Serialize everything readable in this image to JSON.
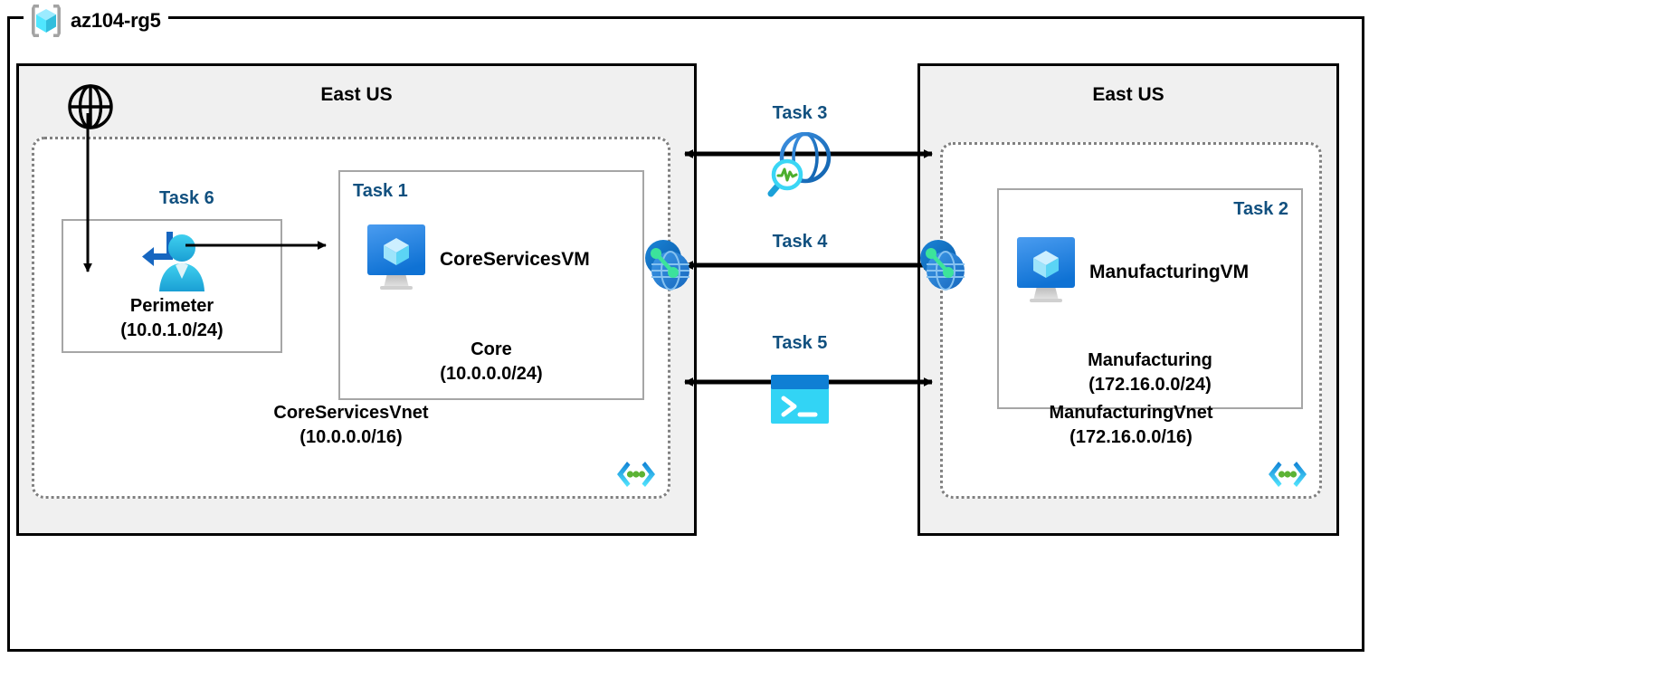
{
  "resource_group": {
    "name": "az104-rg5",
    "icon": "azure-resource-group-icon"
  },
  "regions": [
    {
      "id": "left",
      "title": "East US"
    },
    {
      "id": "right",
      "title": "East US"
    }
  ],
  "internet": {
    "icon": "globe-icon"
  },
  "vnets": [
    {
      "id": "core",
      "name": "CoreServicesVnet",
      "cidr": "(10.0.0.0/16)",
      "icon": "subnet-code-icon"
    },
    {
      "id": "manufacturing",
      "name": "ManufacturingVnet",
      "cidr": "(172.16.0.0/16)",
      "icon": "subnet-code-icon"
    }
  ],
  "subnets": [
    {
      "id": "perimeter",
      "task": "Task 6",
      "name": "Perimeter",
      "cidr": "(10.0.1.0/24)",
      "icon": "user-login-icon"
    },
    {
      "id": "core",
      "task": "Task 1",
      "name": "Core",
      "cidr": "(10.0.0.0/24)",
      "vm": "CoreServicesVM",
      "icon": "virtual-machine-icon"
    },
    {
      "id": "manufacturing",
      "task": "Task 2",
      "name": "Manufacturing",
      "cidr": "(172.16.0.0/24)",
      "vm": "ManufacturingVM",
      "icon": "virtual-machine-icon"
    }
  ],
  "connections": [
    {
      "id": "task3",
      "label": "Task 3",
      "icon": "network-watcher-icon"
    },
    {
      "id": "task4",
      "label": "Task 4",
      "icon": "vnet-peering-icon"
    },
    {
      "id": "task5",
      "label": "Task 5",
      "icon": "cloud-shell-icon"
    }
  ],
  "peering_endpoints": [
    {
      "id": "peer-left",
      "icon": "vnet-peering-icon"
    },
    {
      "id": "peer-right",
      "icon": "vnet-peering-icon"
    }
  ],
  "colors": {
    "task_label": "#11507f",
    "region_fill": "#f0f0f0",
    "frame": "#000000",
    "vnet_border": "#808080",
    "subnet_border": "#a6a6a6",
    "azure_blue": "#0078d4",
    "cyan": "#32bedd",
    "green": "#5cb335"
  }
}
